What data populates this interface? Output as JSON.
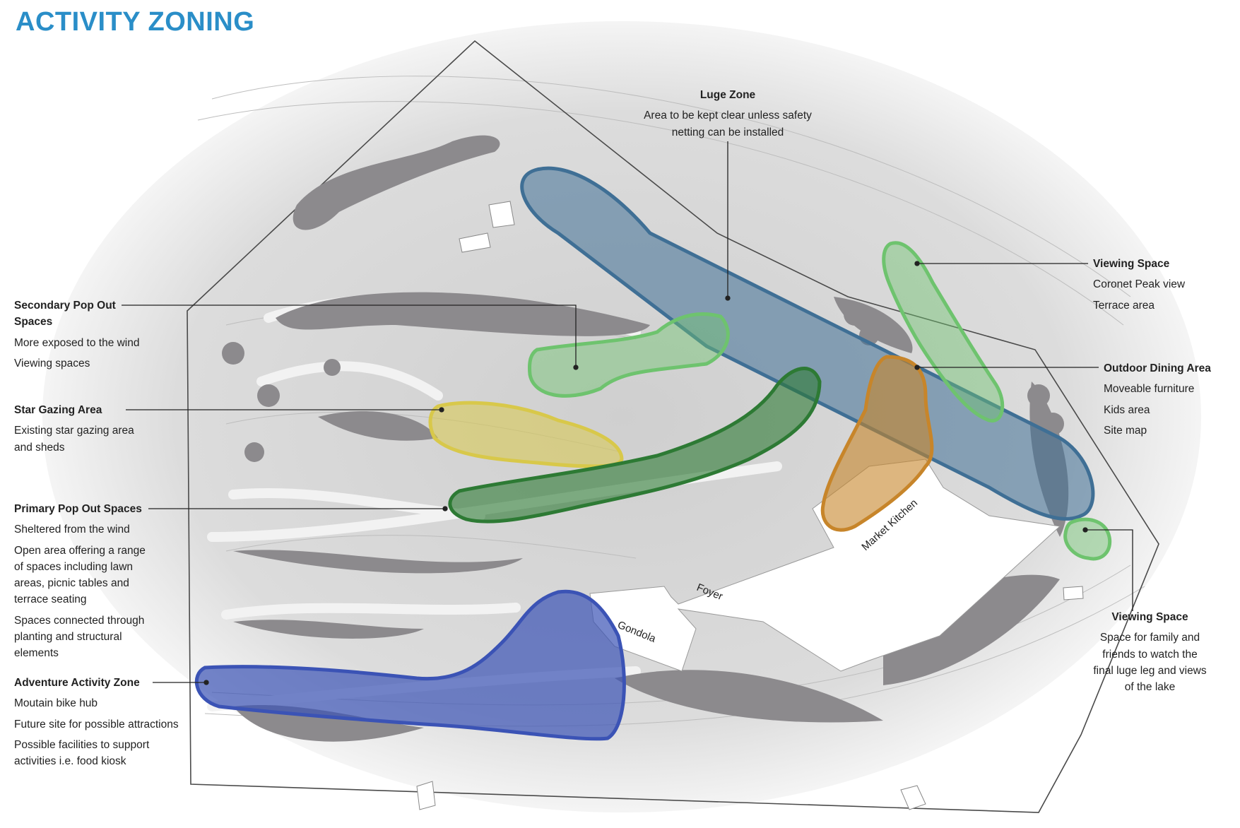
{
  "title": "ACTIVITY ZONING",
  "colors": {
    "title": "#2a8ec8",
    "luge": "#3f6f95",
    "secondary": "#6ec36e",
    "star": "#d8c84a",
    "primary": "#2d7a34",
    "dining": "#c7852a",
    "adventure": "#3b53b5",
    "viewing": "#6ec36e"
  },
  "zones": {
    "luge": {
      "title": "Luge Zone",
      "desc": [
        "Area to be kept clear unless safety",
        "netting can be installed"
      ]
    },
    "secondary": {
      "title": "Secondary Pop Out",
      "title2": "Spaces",
      "desc": [
        "More exposed to the wind",
        "Viewing spaces"
      ]
    },
    "star": {
      "title": "Star Gazing Area",
      "desc": [
        "Existing star gazing area",
        "and sheds"
      ]
    },
    "primary": {
      "title": "Primary Pop Out Spaces",
      "desc": [
        "Sheltered from the wind",
        "Open area offering a range",
        "of spaces including lawn",
        "areas, picnic tables and",
        "terrace seating",
        "Spaces connected through",
        "planting and structural",
        "elements"
      ]
    },
    "adventure": {
      "title": "Adventure Activity Zone",
      "desc": [
        "Moutain bike hub",
        "Future site for possible attractions",
        "Possible facilities to support",
        "activities i.e. food kiosk"
      ]
    },
    "viewing_top": {
      "title": "Viewing Space",
      "desc": [
        "Coronet Peak view",
        "Terrace area"
      ]
    },
    "dining": {
      "title": "Outdoor Dining Area",
      "desc": [
        "Moveable furniture",
        "Kids area",
        "Site map"
      ]
    },
    "viewing_bottom": {
      "title": "Viewing Space",
      "desc": [
        "Space for family and",
        "friends to watch the",
        "final luge leg and views",
        "of the lake"
      ]
    }
  },
  "buildings": {
    "market_kitchen": "Market Kitchen",
    "foyer": "Foyer",
    "gondola": "Gondola"
  }
}
